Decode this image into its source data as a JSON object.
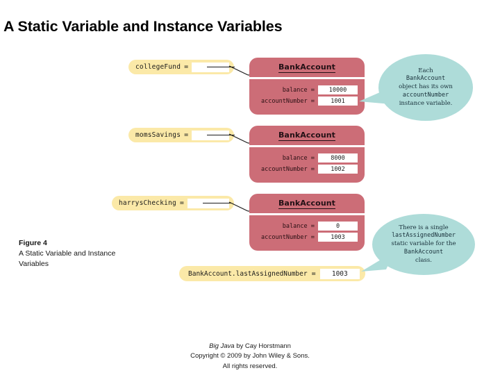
{
  "slide": {
    "title": "A Static Variable and Instance Variables"
  },
  "figure": {
    "caption_label": "Figure 4",
    "caption_text": "A Static Variable and Instance Variables",
    "equals_sign": "=",
    "object_class_name": "BankAccount"
  },
  "colors": {
    "object_box": "#cc6d77",
    "variable_pill": "#fbe9a8",
    "callout_bubble": "#aedcd9",
    "value_box": "#ffffff",
    "text": "#1a1a1a"
  },
  "variables": [
    {
      "name": "collegeFund",
      "object": {
        "class_name": "BankAccount",
        "fields": [
          {
            "name": "balance",
            "value": "10000"
          },
          {
            "name": "accountNumber",
            "value": "1001"
          }
        ]
      }
    },
    {
      "name": "momsSavings",
      "object": {
        "class_name": "BankAccount",
        "fields": [
          {
            "name": "balance",
            "value": "8000"
          },
          {
            "name": "accountNumber",
            "value": "1002"
          }
        ]
      }
    },
    {
      "name": "harrysChecking",
      "object": {
        "class_name": "BankAccount",
        "fields": [
          {
            "name": "balance",
            "value": "0"
          },
          {
            "name": "accountNumber",
            "value": "1003"
          }
        ]
      }
    }
  ],
  "static_variable": {
    "name": "BankAccount.lastAssignedNumber",
    "value": "1003"
  },
  "callouts": {
    "instance": {
      "line1": "Each",
      "line2": "BankAccount",
      "line3": "object has its own",
      "line4": "accountNumber",
      "line5": "instance variable."
    },
    "static": {
      "line1": "There is a single",
      "line2": "lastAssignedNumber",
      "line3": "static variable for the",
      "line4": "BankAccount",
      "line5": "class."
    }
  },
  "footer": {
    "line1_title": "Big Java",
    "line1_rest": " by Cay Horstmann",
    "line2": "Copyright © 2009 by John Wiley & Sons.",
    "line3": "All rights reserved."
  }
}
